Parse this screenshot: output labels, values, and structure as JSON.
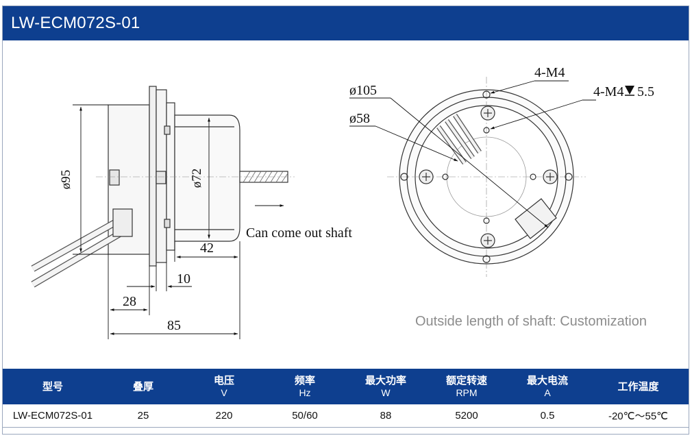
{
  "header": {
    "title": "LW-ECM072S-01"
  },
  "drawing": {
    "side_view": {
      "dim_diameter_outer": "ø95",
      "dim_diameter_body": "ø72",
      "dim_42": "42",
      "dim_10": "10",
      "dim_28": "28",
      "dim_85": "85",
      "shaft_note": "Can come out shaft"
    },
    "front_view": {
      "dim_diameter_105": "ø105",
      "dim_diameter_58": "ø58",
      "thread_1": "4-M4",
      "thread_2": "4-M4",
      "thread_2_depth": "5.5"
    },
    "note": "Outside length of shaft: Customization"
  },
  "spec_table": {
    "headers": [
      {
        "label": "型号",
        "unit": ""
      },
      {
        "label": "叠厚",
        "unit": ""
      },
      {
        "label": "电压",
        "unit": "V"
      },
      {
        "label": "频率",
        "unit": "Hz"
      },
      {
        "label": "最大功率",
        "unit": "W"
      },
      {
        "label": "额定转速",
        "unit": "RPM"
      },
      {
        "label": "最大电流",
        "unit": "A"
      },
      {
        "label": "工作温度",
        "unit": ""
      }
    ],
    "rows": [
      [
        "LW-ECM072S-01",
        "25",
        "220",
        "50/60",
        "88",
        "5200",
        "0.5",
        "-20℃～55℃"
      ]
    ]
  }
}
